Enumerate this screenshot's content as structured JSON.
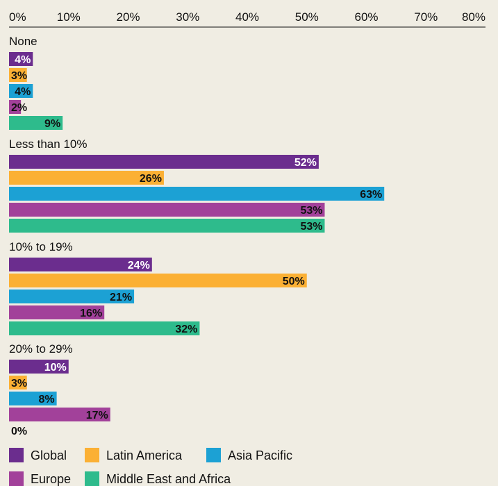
{
  "chart_data": {
    "type": "bar",
    "orientation": "horizontal",
    "xlim": [
      0,
      80
    ],
    "tick_labels": [
      "0%",
      "10%",
      "20%",
      "30%",
      "40%",
      "50%",
      "60%",
      "70%",
      "80%"
    ],
    "categories": [
      "None",
      "Less than 10%",
      "10% to 19%",
      "20% to 29%"
    ],
    "series": [
      {
        "name": "Global",
        "color": "#6b2d8e",
        "label_color": "#ffffff",
        "values": [
          4,
          52,
          24,
          10
        ],
        "labels": [
          "4%",
          "52%",
          "24%",
          "10%"
        ]
      },
      {
        "name": "Latin America",
        "color": "#fbb034",
        "label_color": "#111111",
        "values": [
          3,
          26,
          50,
          3
        ],
        "labels": [
          "3%",
          "26%",
          "50%",
          "3%"
        ]
      },
      {
        "name": "Asia Pacific",
        "color": "#1ca1d4",
        "label_color": "#111111",
        "values": [
          4,
          63,
          21,
          8
        ],
        "labels": [
          "4%",
          "63%",
          "21%",
          "8%"
        ]
      },
      {
        "name": "Europe",
        "color": "#a2419a",
        "label_color": "#111111",
        "values": [
          2,
          53,
          16,
          17
        ],
        "labels": [
          "2%",
          "53%",
          "16%",
          "17%"
        ]
      },
      {
        "name": "Middle East and Africa",
        "color": "#2ebb8c",
        "label_color": "#111111",
        "values": [
          9,
          53,
          32,
          0
        ],
        "labels": [
          "9%",
          "53%",
          "32%",
          "0%"
        ]
      }
    ],
    "legend_position": "bottom-left",
    "grid": false
  }
}
